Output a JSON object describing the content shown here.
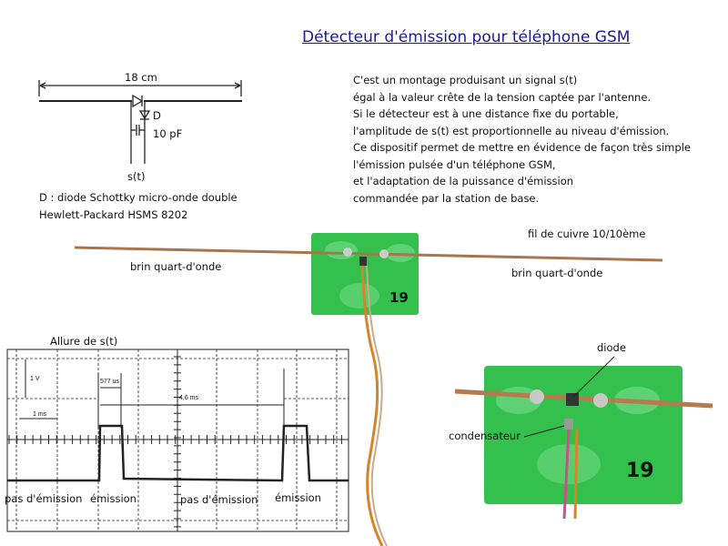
{
  "title": "Détecteur d'émission pour téléphone GSM",
  "paragraph": [
    "C'est un montage produisant un signal s(t)",
    "égal à la valeur crête de la tension captée par l'antenne.",
    "Si le détecteur est à une distance fixe du portable,",
    "l'amplitude de s(t) est proportionnelle au niveau d'émission.",
    "Ce dispositif permet de mettre en évidence de façon très simple",
    "l'émission pulsée d'un téléphone GSM,",
    "et l'adaptation de la puissance d'émission",
    "commandée par la station de base."
  ],
  "circuit": {
    "length": "18 cm",
    "diode": "D",
    "capacitor": "10 pF",
    "output": "s(t)"
  },
  "caption": [
    "D : diode Schottky micro-onde double",
    "Hewlett-Packard HSMS 8202"
  ],
  "photo1": {
    "wire_label": "fil de cuivre 10/10ème",
    "left_label": "brin quart-d'onde",
    "right_label": "brin quart-d'onde",
    "board_number": "19"
  },
  "photo2": {
    "diode_label": "diode",
    "capacitor_label": "condensateur",
    "board_number": "19"
  },
  "scope": {
    "title": "Allure de s(t)",
    "volt_div": "1 V",
    "pulse_width": "577 us",
    "period": "4,6 ms",
    "time_div": "1 ms",
    "labels": [
      "pas d'émission",
      "émission",
      "pas d'émission",
      "émission"
    ]
  },
  "colors": {
    "title": "#1a1a9a",
    "board": "#2fc24a",
    "copper": "#b87a4a"
  }
}
